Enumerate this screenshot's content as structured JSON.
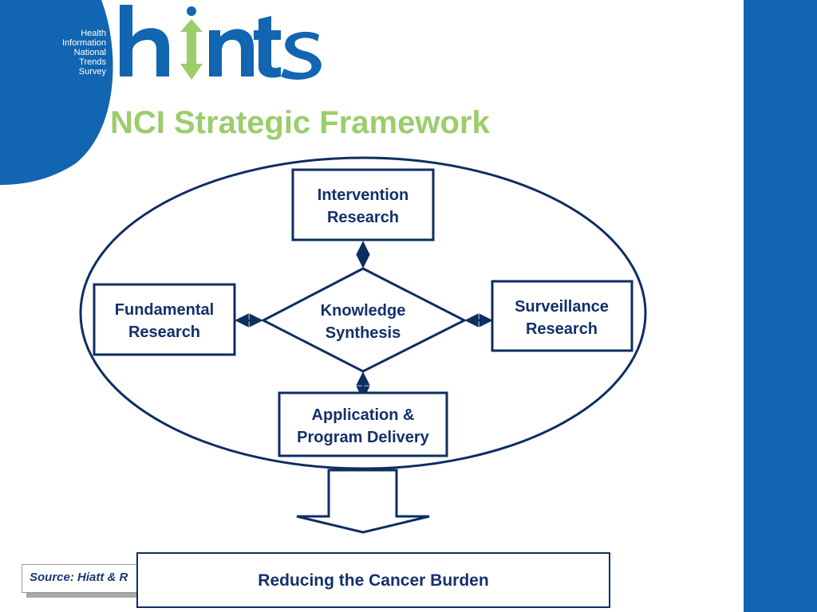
{
  "logo": {
    "tagline_lines": [
      "Health",
      "Information",
      "National",
      "Trends",
      "Survey"
    ],
    "wordmark": "hints"
  },
  "title": "NCI Strategic Framework",
  "diagram": {
    "nodes": {
      "intervention": [
        "Intervention",
        "Research"
      ],
      "fundamental": [
        "Fundamental",
        "Research"
      ],
      "knowledge": [
        "Knowledge",
        "Synthesis"
      ],
      "surveillance": [
        "Surveillance",
        "Research"
      ],
      "application": [
        "Application &",
        "Program Delivery"
      ]
    },
    "outcome": "Reducing the Cancer Burden"
  },
  "source": "Source: Hiatt & R",
  "colors": {
    "navy": "#0e2e62",
    "brand_blue": "#1265b0",
    "green_title": "#9bcd6b",
    "arrow_fill": "#1b75bc"
  }
}
